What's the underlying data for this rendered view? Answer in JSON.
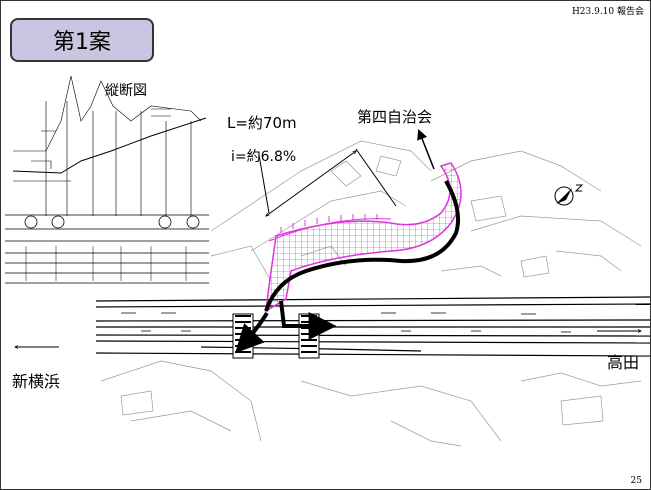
{
  "header": {
    "meta": "H23.9.10 報告会",
    "page_number": "25"
  },
  "title": "第1案",
  "profile": {
    "label": "縦断図"
  },
  "route": {
    "length": "L=約70m",
    "grade": "i=約6.8%"
  },
  "labels": {
    "association": "第四自治会",
    "west": "新横浜",
    "east": "高田"
  },
  "colors": {
    "ramp": "#e033e0",
    "route_arrow": "#000000",
    "title_fill": "#c9c4df"
  },
  "icons": {
    "north": "north-arrow-icon"
  }
}
